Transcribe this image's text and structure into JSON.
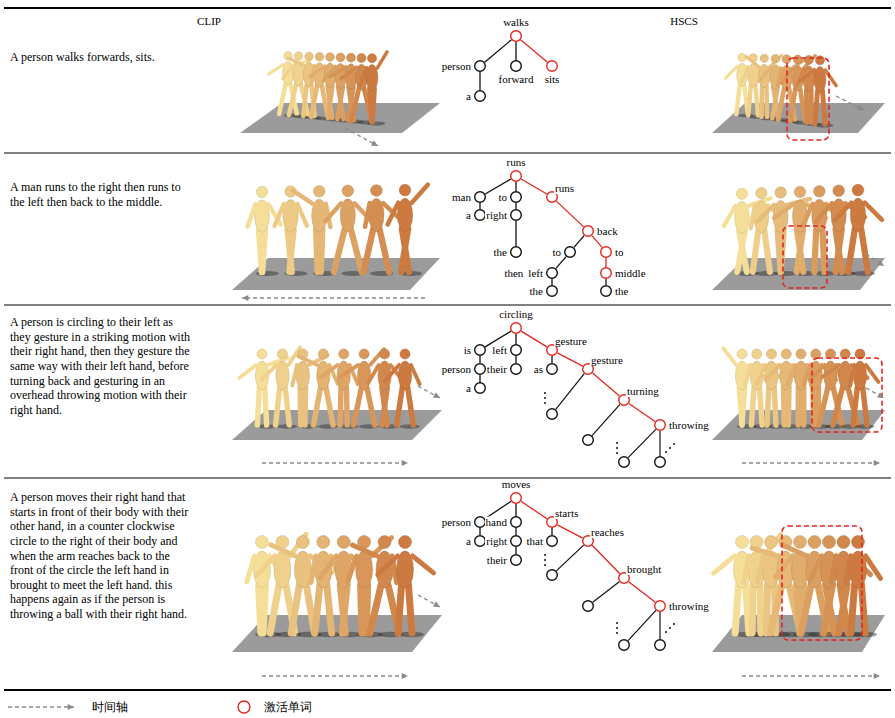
{
  "diagram": {
    "nodes": [
      {
        "text": [
          "walks"
        ]
      },
      {
        "text": [
          "person"
        ]
      },
      {
        "text": [
          "forward"
        ]
      },
      {
        "text": [
          "sits"
        ]
      },
      {
        "text": [
          "a"
        ]
      },
      {
        "text": [
          "runs"
        ]
      },
      {
        "text": [
          "man"
        ]
      },
      {
        "text": [
          "to"
        ]
      },
      {
        "text": [
          "runs"
        ]
      },
      {
        "text": [
          "a"
        ]
      },
      {
        "text": [
          "right"
        ]
      },
      {
        "text": [
          "back"
        ]
      },
      {
        "text": [
          "the"
        ]
      },
      {
        "text": [
          "to"
        ]
      },
      {
        "text": [
          "to"
        ]
      },
      {
        "text": [
          "left"
        ]
      },
      {
        "text": [
          "middle"
        ]
      },
      {
        "text": [
          "the"
        ]
      },
      {
        "text": [
          "the"
        ]
      },
      {
        "text": [
          "circling"
        ]
      },
      {
        "text": [
          "is"
        ]
      },
      {
        "text": [
          "left"
        ]
      },
      {
        "text": [
          "gesture"
        ]
      },
      {
        "text": [
          "person"
        ]
      },
      {
        "text": [
          "their"
        ]
      },
      {
        "text": [
          "as"
        ]
      },
      {
        "text": [
          "gesture"
        ]
      },
      {
        "text": [
          "a"
        ]
      },
      {
        "text": [
          "turning"
        ]
      },
      {
        "text": [
          "throwing"
        ]
      },
      {
        "text": [
          "moves"
        ]
      },
      {
        "text": [
          "person"
        ]
      },
      {
        "text": [
          "hand"
        ]
      },
      {
        "text": [
          "starts"
        ]
      },
      {
        "text": [
          "a"
        ]
      },
      {
        "text": [
          "right"
        ]
      },
      {
        "text": [
          "that"
        ]
      },
      {
        "text": [
          "reaches"
        ]
      },
      {
        "text": [
          "their"
        ]
      },
      {
        "text": [
          "brought"
        ]
      },
      {
        "text": [
          "throwing"
        ]
      }
    ],
    "edges": [
      {
        "from": 0,
        "to": 1,
        "arrow": "none"
      },
      {
        "from": 0,
        "to": 2,
        "arrow": "none"
      },
      {
        "from": 0,
        "to": 3,
        "arrow": "none"
      },
      {
        "from": 1,
        "to": 4,
        "arrow": "none"
      },
      {
        "from": 5,
        "to": 6,
        "arrow": "none"
      },
      {
        "from": 5,
        "to": 7,
        "arrow": "none"
      },
      {
        "from": 5,
        "to": 8,
        "arrow": "none"
      },
      {
        "from": 6,
        "to": 9,
        "arrow": "none"
      },
      {
        "from": 7,
        "to": 10,
        "arrow": "none"
      },
      {
        "from": 10,
        "to": 12,
        "arrow": "none"
      },
      {
        "from": 8,
        "to": 11,
        "arrow": "none"
      },
      {
        "from": 11,
        "to": 13,
        "arrow": "none"
      },
      {
        "from": 11,
        "to": 14,
        "arrow": "none"
      },
      {
        "from": 13,
        "to": 15,
        "arrow": "none"
      },
      {
        "from": 15,
        "to": 17,
        "arrow": "none"
      },
      {
        "from": 14,
        "to": 16,
        "arrow": "none"
      },
      {
        "from": 16,
        "to": 18,
        "arrow": "none"
      },
      {
        "from": 19,
        "to": 20,
        "arrow": "none"
      },
      {
        "from": 19,
        "to": 21,
        "arrow": "none"
      },
      {
        "from": 19,
        "to": 22,
        "arrow": "none"
      },
      {
        "from": 20,
        "to": 23,
        "arrow": "none"
      },
      {
        "from": 21,
        "to": 24,
        "arrow": "none"
      },
      {
        "from": 22,
        "to": 25,
        "arrow": "none"
      },
      {
        "from": 22,
        "to": 26,
        "arrow": "none"
      },
      {
        "from": 23,
        "to": 27,
        "arrow": "none"
      },
      {
        "from": 26,
        "to": 28,
        "arrow": "none"
      },
      {
        "from": 28,
        "to": 29,
        "arrow": "none"
      },
      {
        "from": 30,
        "to": 31,
        "arrow": "none"
      },
      {
        "from": 30,
        "to": 32,
        "arrow": "none"
      },
      {
        "from": 30,
        "to": 33,
        "arrow": "none"
      },
      {
        "from": 31,
        "to": 34,
        "arrow": "none"
      },
      {
        "from": 32,
        "to": 35,
        "arrow": "none"
      },
      {
        "from": 33,
        "to": 36,
        "arrow": "none"
      },
      {
        "from": 33,
        "to": 37,
        "arrow": "none"
      },
      {
        "from": 35,
        "to": 38,
        "arrow": "none"
      },
      {
        "from": 37,
        "to": 39,
        "arrow": "none"
      },
      {
        "from": 39,
        "to": 40,
        "arrow": "none"
      }
    ],
    "labels": [
      "CLIP",
      "HSCS",
      "A person walks forwards, sits.",
      "A man runs to the right then runs to the left then back to the middle.",
      "then",
      "A person is circling to their left as they gesture in a striking motion with their right hand, then they gesture the same way with their left hand, before turning back and gesturing in an overhead throwing motion with their right hand.",
      "A person moves their right hand that starts in front of their body with their other hand, in a counter clockwise circle to the right of their body and when the arm reaches back to the front of the circle the left hand in brought to meet the left hand. this happens again as if the person is throwing a ball with their right hand."
    ],
    "legend": [
      {
        "text": "时间轴"
      },
      {
        "text": "激活单词"
      }
    ]
  }
}
